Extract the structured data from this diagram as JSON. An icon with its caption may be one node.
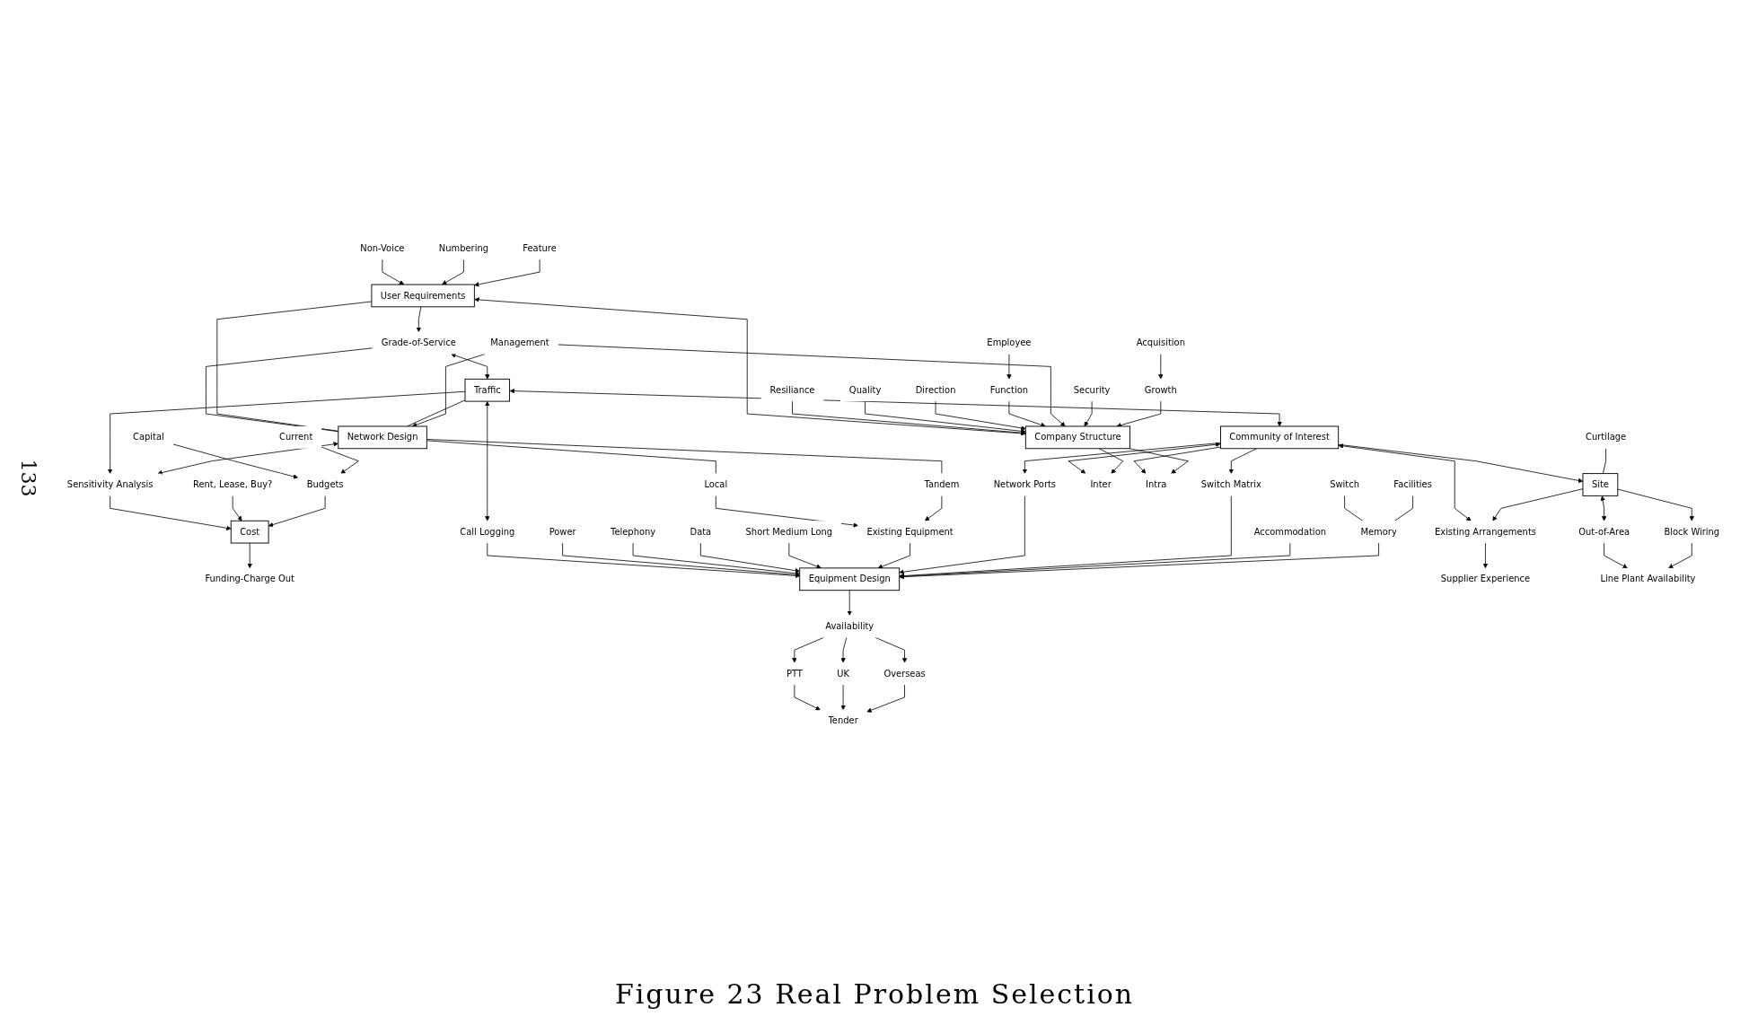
{
  "diagram": {
    "caption": "Figure 23 Real Problem Selection",
    "nodes": [
      {
        "text": [
          "Funding-Charge Out"
        ]
      },
      {
        "text": [
          "Rent, Lease, Buy?"
        ]
      },
      {
        "text": [
          "Cost"
        ]
      },
      {
        "text": [
          "Sensitivity Analysis"
        ]
      },
      {
        "text": [
          "Non-Voice"
        ]
      },
      {
        "text": [
          "Grade-of-Service"
        ]
      },
      {
        "text": [
          "Budgets"
        ]
      },
      {
        "text": [
          "Numbering"
        ]
      },
      {
        "text": [
          "User Requirements"
        ]
      },
      {
        "text": [
          "Network Design"
        ]
      },
      {
        "text": [
          "Capital"
        ]
      },
      {
        "text": [
          "Current"
        ]
      },
      {
        "text": [
          "Traffic"
        ]
      },
      {
        "text": [
          "Local"
        ]
      },
      {
        "text": [
          "Acquisition"
        ]
      },
      {
        "text": [
          "Feature"
        ]
      },
      {
        "text": [
          "Tandem"
        ]
      },
      {
        "text": [
          "Employee"
        ]
      },
      {
        "text": [
          "Power"
        ]
      },
      {
        "text": [
          "Management"
        ]
      },
      {
        "text": [
          "Call Logging"
        ]
      },
      {
        "text": [
          "Function"
        ]
      },
      {
        "text": [
          "Security"
        ]
      },
      {
        "text": [
          "Growth"
        ]
      },
      {
        "text": [
          "Telephony"
        ]
      },
      {
        "text": [
          "Data"
        ]
      },
      {
        "text": [
          "Existing Equipment"
        ]
      },
      {
        "text": [
          "Company Structure"
        ]
      },
      {
        "text": [
          "Short Medium Long"
        ]
      },
      {
        "text": [
          "Equipment Design"
        ]
      },
      {
        "text": [
          "Community of Interest"
        ]
      },
      {
        "text": [
          "Network Ports"
        ]
      },
      {
        "text": [
          "Switch Matrix"
        ]
      },
      {
        "text": [
          "Memory"
        ]
      },
      {
        "text": [
          "Inter"
        ]
      },
      {
        "text": [
          "Intra"
        ]
      },
      {
        "text": [
          "Resiliance"
        ]
      },
      {
        "text": [
          "Quality"
        ]
      },
      {
        "text": [
          "Direction"
        ]
      },
      {
        "text": [
          "Existing Arrangements"
        ]
      },
      {
        "text": [
          "Switch"
        ]
      },
      {
        "text": [
          "Facilities"
        ]
      },
      {
        "text": [
          "Site"
        ]
      },
      {
        "text": [
          "Supplier Experience"
        ]
      },
      {
        "text": [
          "Curtilage"
        ]
      },
      {
        "text": [
          "Availability"
        ]
      },
      {
        "text": [
          "Block Wiring"
        ]
      },
      {
        "text": [
          "Line Plant Availability"
        ]
      },
      {
        "text": [
          "Out-of-Area"
        ]
      },
      {
        "text": [
          "PTT"
        ]
      },
      {
        "text": [
          "UK"
        ]
      },
      {
        "text": [
          "Overseas"
        ]
      },
      {
        "text": [
          "Accommodation"
        ]
      },
      {
        "text": [
          "Tender"
        ]
      }
    ],
    "edges": [
      {
        "from": 4,
        "to": 8,
        "arrow": "to"
      },
      {
        "from": 7,
        "to": 8,
        "arrow": "to"
      },
      {
        "from": 15,
        "to": 8,
        "arrow": "to"
      },
      {
        "from": 8,
        "to": 5,
        "arrow": "to"
      },
      {
        "from": 5,
        "to": 12,
        "arrow": "both"
      },
      {
        "from": 5,
        "to": 9,
        "arrow": "none"
      },
      {
        "from": 8,
        "to": 9,
        "arrow": "none"
      },
      {
        "from": 12,
        "to": 9,
        "arrow": "none"
      },
      {
        "from": 12,
        "to": 3,
        "arrow": "to"
      },
      {
        "from": 3,
        "to": 2,
        "arrow": "to"
      },
      {
        "from": 1,
        "to": 2,
        "arrow": "to"
      },
      {
        "from": 2,
        "to": 0,
        "arrow": "to"
      },
      {
        "from": 6,
        "to": 2,
        "arrow": "to"
      },
      {
        "from": 10,
        "to": 6,
        "arrow": "to"
      },
      {
        "from": 11,
        "to": 6,
        "arrow": "to"
      },
      {
        "from": 9,
        "to": 3,
        "arrow": "both"
      },
      {
        "from": 9,
        "to": 13,
        "arrow": "none"
      },
      {
        "from": 9,
        "to": 16,
        "arrow": "none"
      },
      {
        "from": 13,
        "to": 26,
        "arrow": "to"
      },
      {
        "from": 16,
        "to": 26,
        "arrow": "to"
      },
      {
        "from": 12,
        "to": 20,
        "arrow": "both"
      },
      {
        "from": 20,
        "to": 29,
        "arrow": "to"
      },
      {
        "from": 8,
        "to": 27,
        "arrow": "both"
      },
      {
        "from": 18,
        "to": 29,
        "arrow": "to"
      },
      {
        "from": 24,
        "to": 29,
        "arrow": "to"
      },
      {
        "from": 25,
        "to": 29,
        "arrow": "to"
      },
      {
        "from": 28,
        "to": 29,
        "arrow": "to"
      },
      {
        "from": 26,
        "to": 29,
        "arrow": "to"
      },
      {
        "from": 31,
        "to": 29,
        "arrow": "to"
      },
      {
        "from": 32,
        "to": 29,
        "arrow": "to"
      },
      {
        "from": 30,
        "to": 31,
        "arrow": "to"
      },
      {
        "from": 30,
        "to": 32,
        "arrow": "to"
      },
      {
        "from": 12,
        "to": 30,
        "arrow": "both"
      },
      {
        "from": 30,
        "to": 39,
        "arrow": "both"
      },
      {
        "from": 30,
        "to": 42,
        "arrow": "to"
      },
      {
        "from": 42,
        "to": 39,
        "arrow": "to"
      },
      {
        "from": 39,
        "to": 43,
        "arrow": "to"
      },
      {
        "from": 44,
        "to": 42,
        "arrow": "none"
      },
      {
        "from": 42,
        "to": 48,
        "arrow": "both"
      },
      {
        "from": 48,
        "to": 47,
        "arrow": "to"
      },
      {
        "from": 42,
        "to": 46,
        "arrow": "to"
      },
      {
        "from": 46,
        "to": 47,
        "arrow": "to"
      },
      {
        "from": 52,
        "to": 29,
        "arrow": "to"
      },
      {
        "from": 33,
        "to": 29,
        "arrow": "to"
      },
      {
        "from": 40,
        "to": 33,
        "arrow": "none"
      },
      {
        "from": 41,
        "to": 33,
        "arrow": "none"
      },
      {
        "from": 29,
        "to": 45,
        "arrow": "to"
      },
      {
        "from": 45,
        "to": 49,
        "arrow": "to"
      },
      {
        "from": 45,
        "to": 50,
        "arrow": "to"
      },
      {
        "from": 45,
        "to": 51,
        "arrow": "to"
      },
      {
        "from": 49,
        "to": 53,
        "arrow": "to"
      },
      {
        "from": 50,
        "to": 53,
        "arrow": "to"
      },
      {
        "from": 51,
        "to": 53,
        "arrow": "to"
      },
      {
        "from": 30,
        "to": 34,
        "arrow": "both"
      },
      {
        "from": 30,
        "to": 35,
        "arrow": "to"
      },
      {
        "from": 27,
        "to": 34,
        "arrow": "to"
      },
      {
        "from": 27,
        "to": 35,
        "arrow": "to"
      },
      {
        "from": 36,
        "to": 27,
        "arrow": "to"
      },
      {
        "from": 37,
        "to": 27,
        "arrow": "to"
      },
      {
        "from": 38,
        "to": 27,
        "arrow": "to"
      },
      {
        "from": 17,
        "to": 21,
        "arrow": "to"
      },
      {
        "from": 21,
        "to": 27,
        "arrow": "to"
      },
      {
        "from": 19,
        "to": 27,
        "arrow": "to"
      },
      {
        "from": 19,
        "to": 9,
        "arrow": "to"
      },
      {
        "from": 22,
        "to": 27,
        "arrow": "to"
      },
      {
        "from": 14,
        "to": 23,
        "arrow": "to"
      },
      {
        "from": 23,
        "to": 27,
        "arrow": "to"
      }
    ],
    "labels": [
      "133"
    ]
  }
}
